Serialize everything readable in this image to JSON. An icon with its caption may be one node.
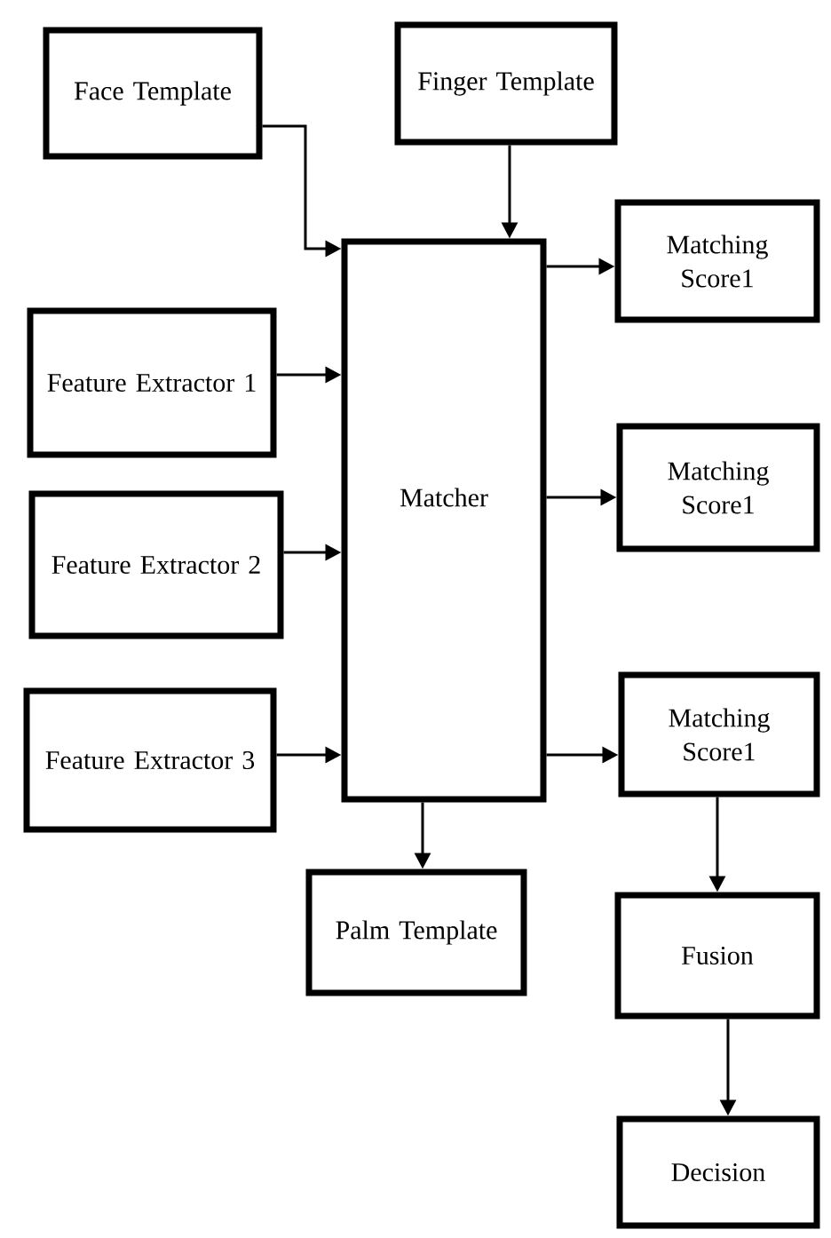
{
  "diagram": {
    "nodes": [
      {
        "text": [
          "Face Template"
        ]
      },
      {
        "text": [
          "Finger Template"
        ]
      },
      {
        "text": [
          "Matcher"
        ]
      },
      {
        "text": [
          "Matching Score1"
        ]
      },
      {
        "text": [
          "Feature Extractor 1"
        ]
      },
      {
        "text": [
          "Matching Score1"
        ]
      },
      {
        "text": [
          "Feature Extractor 2"
        ]
      },
      {
        "text": [
          "Matching Score1"
        ]
      },
      {
        "text": [
          "Feature Extractor 3"
        ]
      },
      {
        "text": [
          "Palm Template"
        ]
      },
      {
        "text": [
          "Fusion"
        ]
      },
      {
        "text": [
          "Decision"
        ]
      }
    ],
    "edges": [
      {
        "from": 0,
        "to": 2,
        "arrow": "to"
      },
      {
        "from": 1,
        "to": 2,
        "arrow": "to"
      },
      {
        "from": 2,
        "to": 3,
        "arrow": "to"
      },
      {
        "from": 4,
        "to": 2,
        "arrow": "to"
      },
      {
        "from": 2,
        "to": 5,
        "arrow": "to"
      },
      {
        "from": 6,
        "to": 2,
        "arrow": "to"
      },
      {
        "from": 8,
        "to": 2,
        "arrow": "to"
      },
      {
        "from": 2,
        "to": 7,
        "arrow": "to"
      },
      {
        "from": 2,
        "to": 9,
        "arrow": "to"
      },
      {
        "from": 7,
        "to": 10,
        "arrow": "to"
      },
      {
        "from": 10,
        "to": 11,
        "arrow": "to"
      }
    ]
  }
}
